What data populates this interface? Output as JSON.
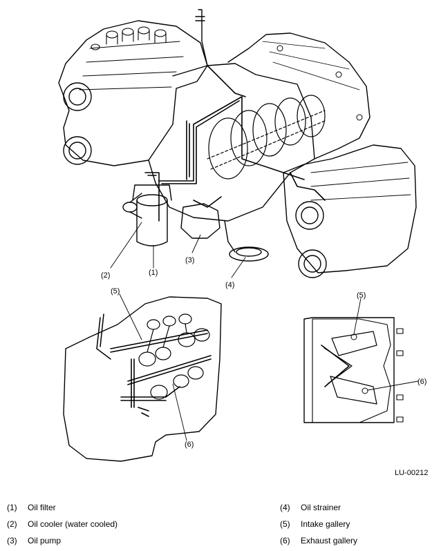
{
  "figure_id": "LU-00212",
  "callouts": {
    "c1": "(1)",
    "c2": "(2)",
    "c3": "(3)",
    "c4": "(4)",
    "c5a": "(5)",
    "c5b": "(5)",
    "c6a": "(6)",
    "c6b": "(6)"
  },
  "legend": [
    {
      "num": "(1)",
      "label": "Oil filter"
    },
    {
      "num": "(2)",
      "label": "Oil cooler (water cooled)"
    },
    {
      "num": "(3)",
      "label": "Oil pump"
    },
    {
      "num": "(4)",
      "label": "Oil strainer"
    },
    {
      "num": "(5)",
      "label": "Intake gallery"
    },
    {
      "num": "(6)",
      "label": "Exhaust gallery"
    }
  ]
}
